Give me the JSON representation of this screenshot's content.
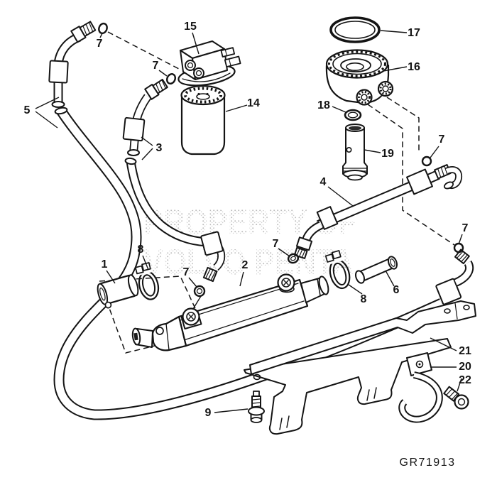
{
  "watermark": {
    "line1": "PROPERTY OF",
    "line2": "VOLVO PENTA"
  },
  "figure_id": "GR71913",
  "colors": {
    "line": "#141414",
    "watermark": "#bfbfbf",
    "background": "#ffffff"
  },
  "callouts": [
    {
      "name": "callout-15",
      "text": "15"
    },
    {
      "name": "callout-7-top-left",
      "text": "7"
    },
    {
      "name": "callout-7-mid-left",
      "text": "7"
    },
    {
      "name": "callout-17",
      "text": "17"
    },
    {
      "name": "callout-16",
      "text": "16"
    },
    {
      "name": "callout-14",
      "text": "14"
    },
    {
      "name": "callout-18",
      "text": "18"
    },
    {
      "name": "callout-5",
      "text": "5"
    },
    {
      "name": "callout-3",
      "text": "3"
    },
    {
      "name": "callout-19",
      "text": "19"
    },
    {
      "name": "callout-7-pipe-right",
      "text": "7"
    },
    {
      "name": "callout-4",
      "text": "4"
    },
    {
      "name": "callout-7-pipe-left",
      "text": "7"
    },
    {
      "name": "callout-7-hose-right",
      "text": "7"
    },
    {
      "name": "callout-8-left",
      "text": "8"
    },
    {
      "name": "callout-1",
      "text": "1"
    },
    {
      "name": "callout-7-cooler",
      "text": "7"
    },
    {
      "name": "callout-2",
      "text": "2"
    },
    {
      "name": "callout-8-right",
      "text": "8"
    },
    {
      "name": "callout-6",
      "text": "6"
    },
    {
      "name": "callout-9",
      "text": "9"
    },
    {
      "name": "callout-21",
      "text": "21"
    },
    {
      "name": "callout-20",
      "text": "20"
    },
    {
      "name": "callout-22",
      "text": "22"
    }
  ]
}
